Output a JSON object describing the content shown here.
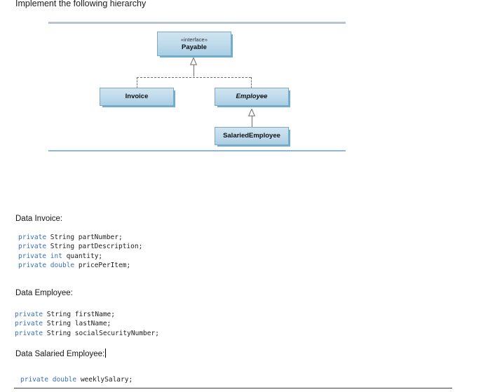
{
  "page": {
    "title": "Implement the following hierarchy"
  },
  "diagram": {
    "type": "uml-class-hierarchy",
    "rule_top_color": "#b8c4d4",
    "rule_bottom_color": "#8fb8d8",
    "box_fill_top": "#cfe4f0",
    "box_fill_bottom": "#a9cfe4",
    "box_border": "#7fa8c4",
    "connector_color": "#6d6d6d",
    "boxes": [
      {
        "id": "payable",
        "stereotype": "«interface»",
        "name": "Payable",
        "abstract": false
      },
      {
        "id": "invoice",
        "stereotype": "",
        "name": "Invoice",
        "abstract": false
      },
      {
        "id": "employee",
        "stereotype": "",
        "name": "Employee",
        "abstract": true
      },
      {
        "id": "salaried",
        "stereotype": "",
        "name": "SalariedEmployee",
        "abstract": false
      }
    ],
    "relations": [
      {
        "from": "invoice",
        "to": "payable",
        "kind": "realization"
      },
      {
        "from": "employee",
        "to": "payable",
        "kind": "realization"
      },
      {
        "from": "salaried",
        "to": "employee",
        "kind": "generalization"
      }
    ]
  },
  "sections": [
    {
      "label": "Data Invoice:",
      "code_lines": [
        [
          {
            "t": "private",
            "k": true
          },
          {
            "t": " String partNumber;",
            "k": false
          }
        ],
        [
          {
            "t": "private",
            "k": true
          },
          {
            "t": " String partDescription;",
            "k": false
          }
        ],
        [
          {
            "t": "private",
            "k": true
          },
          {
            "t": " ",
            "k": false
          },
          {
            "t": "int",
            "k": true
          },
          {
            "t": " quantity;",
            "k": false
          }
        ],
        [
          {
            "t": "private",
            "k": true
          },
          {
            "t": " ",
            "k": false
          },
          {
            "t": "double",
            "k": true
          },
          {
            "t": " pricePerItem;",
            "k": false
          }
        ]
      ]
    },
    {
      "label": "Data Employee:",
      "code_lines": [
        [
          {
            "t": "private",
            "k": true
          },
          {
            "t": " String firstName;",
            "k": false
          }
        ],
        [
          {
            "t": "private",
            "k": true
          },
          {
            "t": " String lastName;",
            "k": false
          }
        ],
        [
          {
            "t": "private",
            "k": true
          },
          {
            "t": " String socialSecurityNumber;",
            "k": false
          }
        ]
      ]
    },
    {
      "label": "Data Salaried Employee:",
      "has_caret": true,
      "code_lines": [
        [
          {
            "t": "private",
            "k": true
          },
          {
            "t": " ",
            "k": false
          },
          {
            "t": "double",
            "k": true
          },
          {
            "t": " weeklySalary;",
            "k": false
          }
        ]
      ]
    }
  ]
}
